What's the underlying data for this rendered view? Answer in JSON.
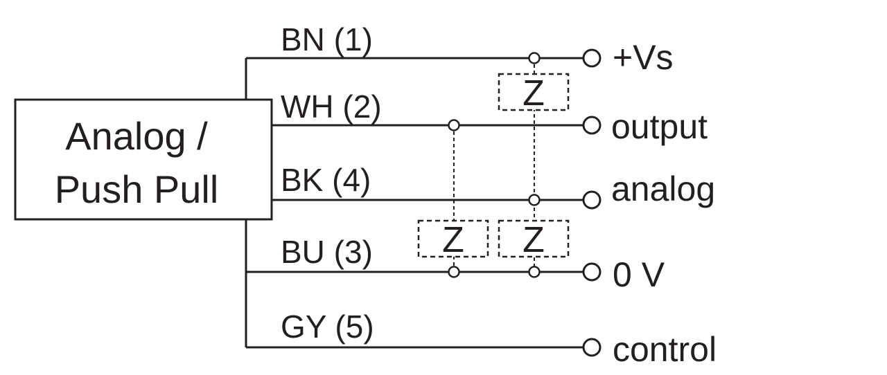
{
  "block": {
    "line1": "Analog /",
    "line2": "Push Pull"
  },
  "wires": [
    {
      "id": "bn",
      "label": "BN (1)",
      "terminal": "+Vs"
    },
    {
      "id": "wh",
      "label": "WH (2)",
      "terminal": "output"
    },
    {
      "id": "bk",
      "label": "BK (4)",
      "terminal": "analog"
    },
    {
      "id": "bu",
      "label": "BU (3)",
      "terminal": "0 V"
    },
    {
      "id": "gy",
      "label": "GY (5)",
      "terminal": "control"
    }
  ],
  "loads": [
    {
      "id": "load-top-right",
      "label": "Z"
    },
    {
      "id": "load-bottom-left",
      "label": "Z"
    },
    {
      "id": "load-bottom-right",
      "label": "Z"
    }
  ],
  "colors": {
    "ink": "#231f20",
    "background": "#ffffff"
  }
}
